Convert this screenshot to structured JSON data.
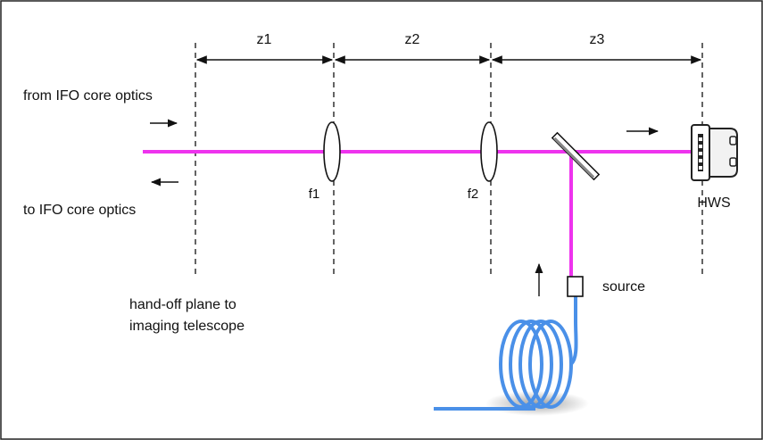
{
  "distances": {
    "z1": "z1",
    "z2": "z2",
    "z3": "z3"
  },
  "labels": {
    "from": "from IFO core optics",
    "to": "to IFO core optics",
    "handoff_line1": "hand-off plane to",
    "handoff_line2": "imaging telescope",
    "f1": "f1",
    "f2": "f2",
    "hws": "HWS",
    "source": "source"
  },
  "colors": {
    "beam": "#ee33ee",
    "fiber": "#4a90e8",
    "line": "#111111"
  }
}
